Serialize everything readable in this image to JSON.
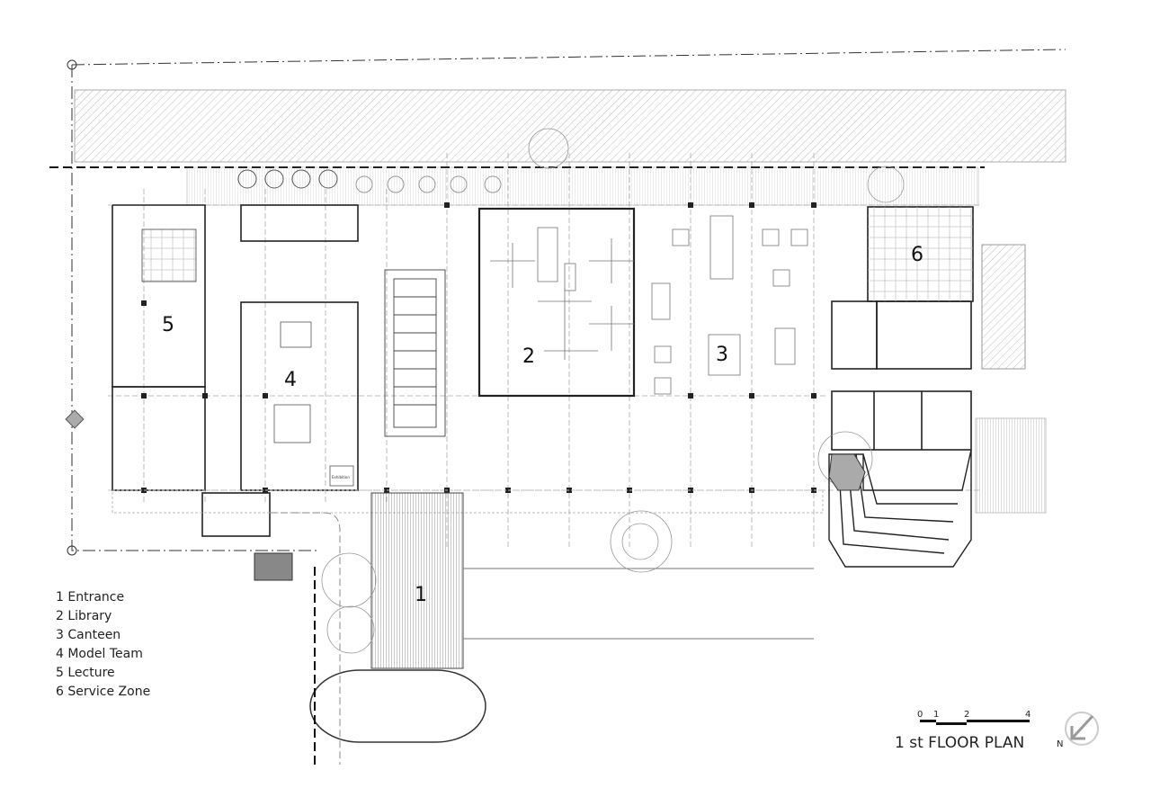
{
  "plan": {
    "title": "1 st FLOOR PLAN",
    "north_label": "N",
    "scale_ticks": [
      "0",
      "1",
      "2",
      "4"
    ],
    "room_numbers": [
      "1",
      "2",
      "3",
      "4",
      "5",
      "6"
    ],
    "exhibition_label": "Exhibition"
  },
  "legend": [
    {
      "number": "1",
      "label": "1 Entrance"
    },
    {
      "number": "2",
      "label": "2 Library"
    },
    {
      "number": "3",
      "label": "3 Canteen"
    },
    {
      "number": "4",
      "label": "4 Model Team"
    },
    {
      "number": "5",
      "label": "5 Lecture"
    },
    {
      "number": "6",
      "label": "6 Service Zone"
    }
  ],
  "colors": {
    "line": "#222222",
    "hatch": "#bbbbbb",
    "grid": "#999999"
  }
}
